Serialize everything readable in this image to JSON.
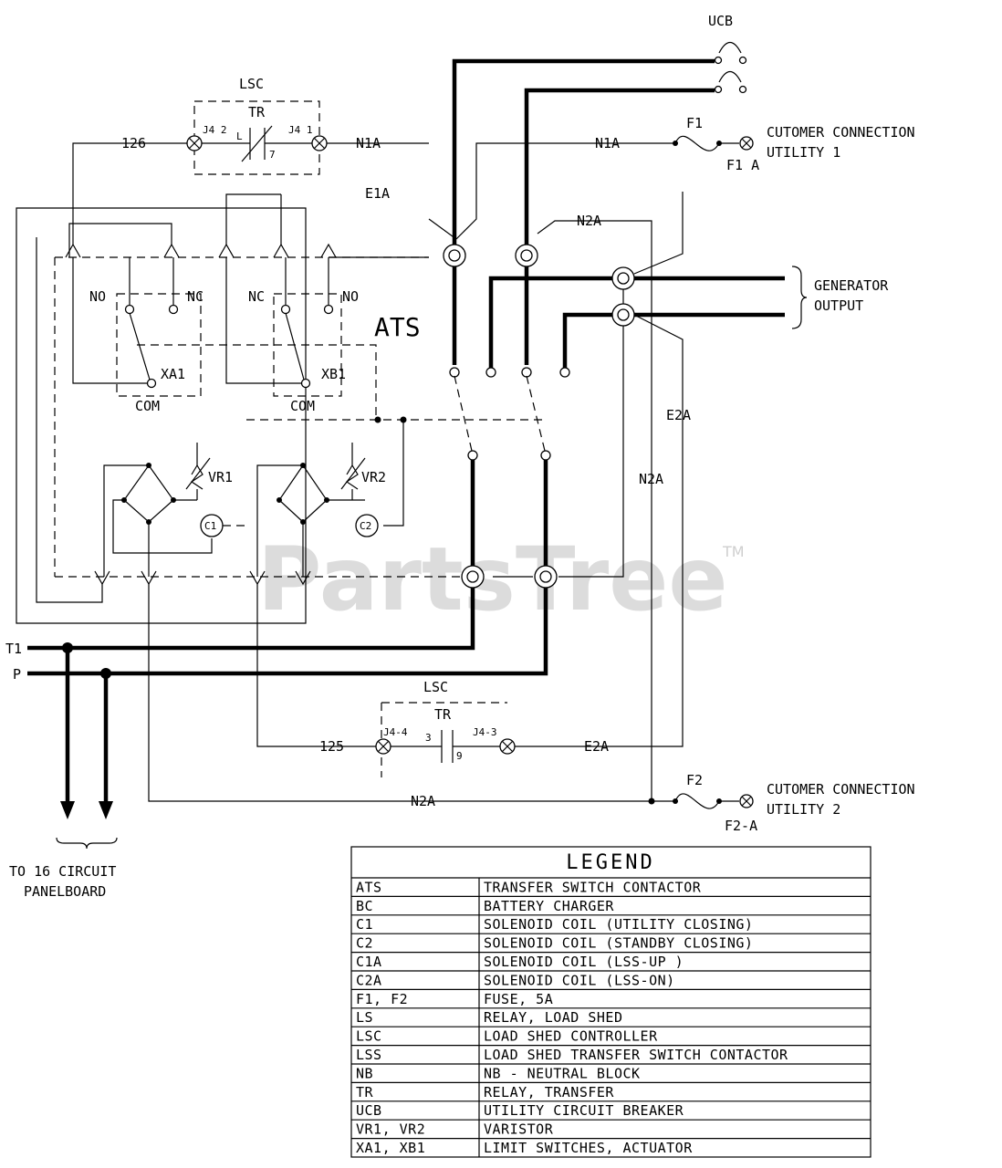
{
  "labels": {
    "ucb": "UCB",
    "lsc_top": "LSC",
    "tr_top": "TR",
    "j4_2": "J4 2",
    "j4_1": "J4 1",
    "pin_l": "L",
    "pin_7": "7",
    "w126": "126",
    "n1a_left": "N1A",
    "n1a_right": "N1A",
    "e1a": "E1A",
    "f1": "F1",
    "f1a": "F1 A",
    "cust1_line1": "CUTOMER CONNECTION",
    "cust1_line2": "UTILITY 1",
    "n2a_top": "N2A",
    "gen_line1": "GENERATOR",
    "gen_line2": "OUTPUT",
    "ats": "ATS",
    "no1": "NO",
    "nc1": "NC",
    "no2": "NC",
    "nc2": "NO",
    "xa1": "XA1",
    "xb1": "XB1",
    "com1": "COM",
    "com2": "COM",
    "vr1": "VR1",
    "vr2": "VR2",
    "c1": "C1",
    "c2": "C2",
    "e2a_vert": "E2A",
    "n2a_vert": "N2A",
    "t1": "T1",
    "t2": "P",
    "lsc_bot": "LSC",
    "tr_bot": "TR",
    "j4_4": "J4-4",
    "j4_3": "J4-3",
    "pin_3": "3",
    "pin_9": "9",
    "w125": "125",
    "e2a_bot": "E2A",
    "n2a_bot": "N2A",
    "f2": "F2",
    "f2a": "F2-A",
    "cust2_line1": "CUTOMER CONNECTION",
    "cust2_line2": "UTILITY 2",
    "panel_line1": "TO 16 CIRCUIT",
    "panel_line2": "PANELBOARD",
    "watermark": "PartsTree",
    "watermark_tm": "TM"
  },
  "legend": {
    "title": "LEGEND",
    "rows": [
      {
        "code": "ATS",
        "desc": "TRANSFER SWITCH CONTACTOR"
      },
      {
        "code": "BC",
        "desc": "BATTERY CHARGER"
      },
      {
        "code": "C1",
        "desc": "SOLENOID COIL (UTILITY CLOSING)"
      },
      {
        "code": "C2",
        "desc": "SOLENOID COIL (STANDBY CLOSING)"
      },
      {
        "code": "C1A",
        "desc": "SOLENOID COIL (LSS-UP )"
      },
      {
        "code": "C2A",
        "desc": "SOLENOID COIL (LSS-ON)"
      },
      {
        "code": "F1, F2",
        "desc": "FUSE, 5A"
      },
      {
        "code": "LS",
        "desc": "RELAY, LOAD SHED"
      },
      {
        "code": "LSC",
        "desc": "LOAD SHED CONTROLLER"
      },
      {
        "code": "LSS",
        "desc": "LOAD SHED TRANSFER SWITCH CONTACTOR"
      },
      {
        "code": "NB",
        "desc": "NB - NEUTRAL BLOCK"
      },
      {
        "code": "TR",
        "desc": "RELAY, TRANSFER"
      },
      {
        "code": "UCB",
        "desc": "UTILITY CIRCUIT BREAKER"
      },
      {
        "code": "VR1, VR2",
        "desc": "VARISTOR"
      },
      {
        "code": "XA1, XB1",
        "desc": "LIMIT SWITCHES, ACTUATOR"
      }
    ]
  }
}
